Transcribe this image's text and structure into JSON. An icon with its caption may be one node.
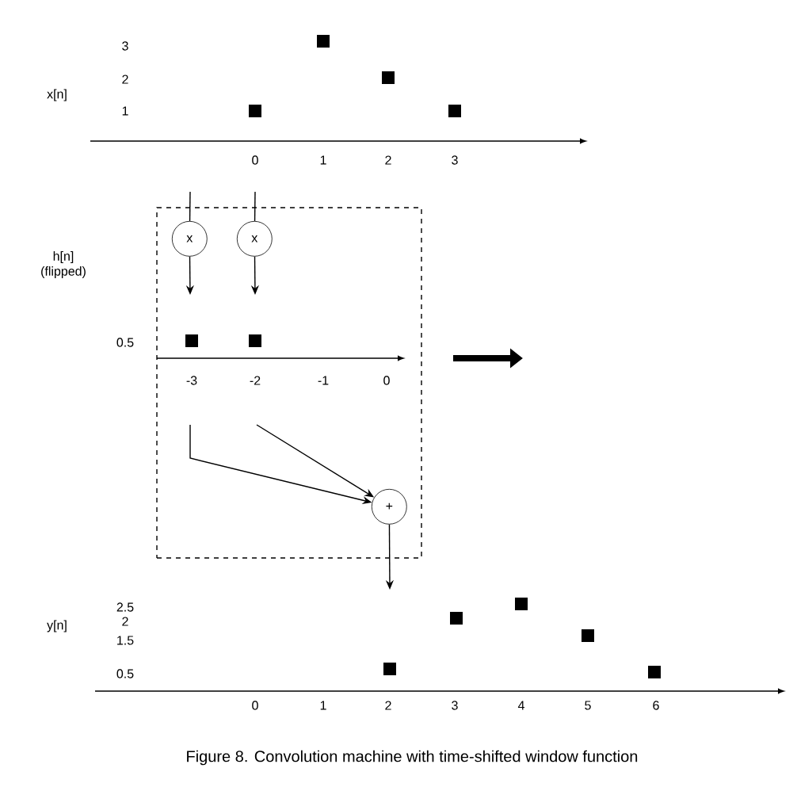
{
  "diagram": {
    "caption": "Figure 8. Convolution machine with time-shifted window function",
    "nodes": [
      {
        "text": [],
        "shape": "box"
      },
      {
        "text": [
          "x"
        ],
        "in": 0
      },
      {
        "text": [
          "x"
        ],
        "in": 0
      },
      {
        "text": [
          "+"
        ],
        "in": 0
      }
    ],
    "edges": [
      {
        "from": null,
        "to": 1,
        "arrow": "none"
      },
      {
        "from": null,
        "to": 2,
        "arrow": "none"
      },
      {
        "from": 1,
        "to": null,
        "arrow": "to"
      },
      {
        "from": 2,
        "to": null,
        "arrow": "to"
      },
      {
        "from": null,
        "to": 3,
        "arrow": "to"
      },
      {
        "from": null,
        "to": 3,
        "arrow": "to"
      },
      {
        "from": 3,
        "to": null,
        "arrow": "to"
      }
    ],
    "labels": [
      "x[n]",
      "3",
      "2",
      "1",
      "0",
      "1",
      "2",
      "3",
      "h[n] (flipped)",
      "0.5",
      "-3",
      "-2",
      "-1",
      "0",
      "y[n]",
      "2.5",
      "2",
      "1.5",
      "0.5",
      "0",
      "1",
      "2",
      "3",
      "4",
      "5",
      "6"
    ]
  }
}
